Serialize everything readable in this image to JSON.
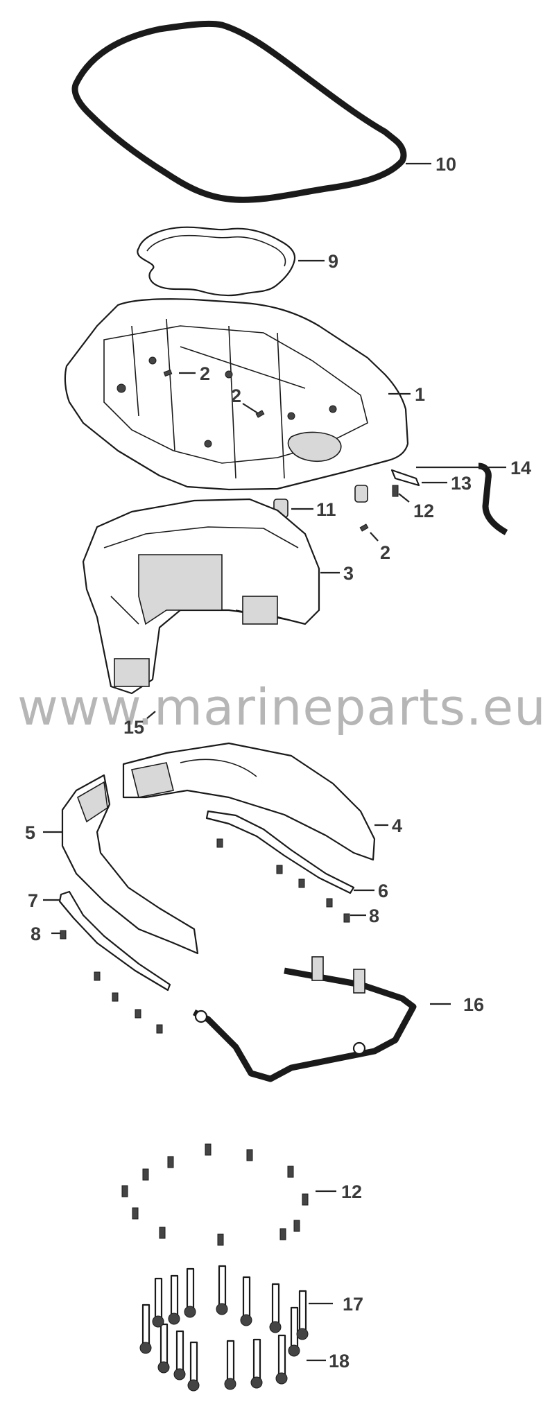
{
  "watermark": "www.marineparts.eu",
  "callouts": {
    "c10": "10",
    "c9": "9",
    "c2a": "2",
    "c2b": "2",
    "c2c": "2",
    "c1": "1",
    "c14": "14",
    "c13": "13",
    "c12a": "12",
    "c11": "11",
    "c3": "3",
    "c15": "15",
    "c4": "4",
    "c5": "5",
    "c6": "6",
    "c7": "7",
    "c8a": "8",
    "c8b": "8",
    "c16": "16",
    "c12b": "12",
    "c17": "17",
    "c18": "18"
  }
}
